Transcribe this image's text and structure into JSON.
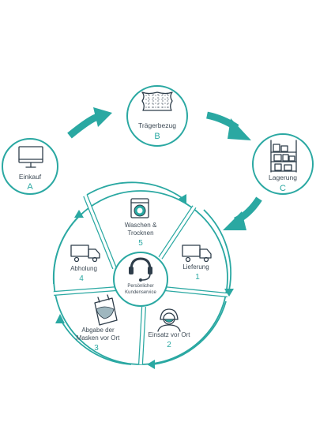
{
  "colors": {
    "accent": "#2aa8a2",
    "icon": "#2f3e4b",
    "text": "#3d4a55",
    "background": "#ffffff"
  },
  "steps_outer": [
    {
      "label": "Einkauf",
      "letter": "A",
      "icon": "monitor-icon"
    },
    {
      "label": "Trägerbezug",
      "letter": "B",
      "icon": "fabric-bag-icon"
    },
    {
      "label": "Lagerung",
      "letter": "C",
      "icon": "shelf-icon"
    }
  ],
  "cycle_segments": [
    {
      "label_lines": [
        "Waschen &",
        "Trocknen"
      ],
      "number": "5",
      "icon": "washing-machine-icon"
    },
    {
      "label_lines": [
        "Lieferung"
      ],
      "number": "1",
      "icon": "truck-icon"
    },
    {
      "label_lines": [
        "Einsatz vor Ort"
      ],
      "number": "2",
      "icon": "worker-mask-icon"
    },
    {
      "label_lines": [
        "Abgabe der",
        "Masken vor Ort"
      ],
      "number": "3",
      "icon": "mask-bag-icon"
    },
    {
      "label_lines": [
        "Abholung"
      ],
      "number": "4",
      "icon": "truck-icon"
    }
  ],
  "center": {
    "label_lines": [
      "Persönlicher",
      "Kundenservice"
    ],
    "icon": "headset-icon"
  }
}
